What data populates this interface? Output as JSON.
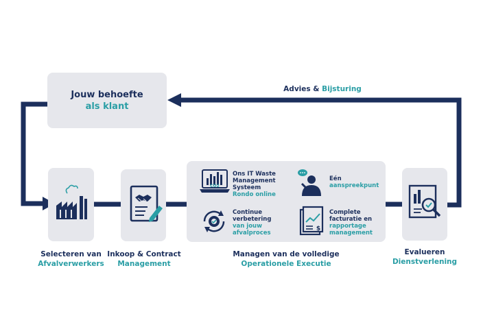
{
  "need": {
    "line1": "Jouw behoefte",
    "line2": "als klant"
  },
  "feedback": {
    "part1": "Advies & ",
    "part2": "Bijsturing"
  },
  "steps": [
    {
      "line1": "Selecteren van",
      "line2": "Afvalverwerkers"
    },
    {
      "line1": "Inkoop & Contract",
      "line2": "Management"
    },
    {
      "line1": "Managen van de volledige",
      "line2": "Operationele Executie"
    },
    {
      "line1": "Evalueren",
      "line2": "Dienstverlening"
    }
  ],
  "services": [
    {
      "lines": [
        "Ons IT Waste",
        "Management",
        "Systeem"
      ],
      "sub": "Rondo online",
      "icon_text": "CO2"
    },
    {
      "lines": [
        "Eén"
      ],
      "sub": "aanspreekpunt"
    },
    {
      "lines": [
        "Continue",
        "verbetering"
      ],
      "sub": "van jouw afvalproces"
    },
    {
      "lines": [
        "Complete",
        "facturatie en"
      ],
      "sub": "rapportage management"
    }
  ],
  "colors": {
    "navy": "#1c2f5c",
    "teal": "#2a9ea5",
    "box": "#e6e7ec"
  }
}
